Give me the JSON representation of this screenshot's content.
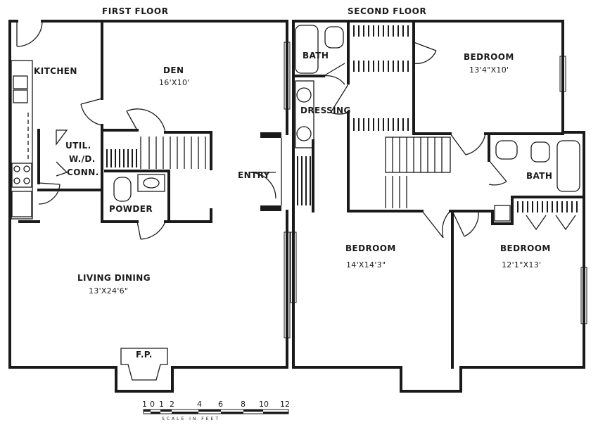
{
  "titles": {
    "first_floor": "FIRST FLOOR",
    "second_floor": "SECOND FLOOR"
  },
  "first_floor": {
    "kitchen": "KITCHEN",
    "den": "DEN",
    "den_size": "16'X10'",
    "util_1": "UTIL.",
    "util_2": "W./D.",
    "util_3": "CONN.",
    "powder": "POWDER",
    "entry": "ENTRY",
    "living": "LIVING DINING",
    "living_size": "13'X24'6\"",
    "fireplace": "F.P."
  },
  "second_floor": {
    "bath_1": "BATH",
    "bedroom_1": "BEDROOM",
    "bedroom_1_size": "13'4\"X10'",
    "dressing": "DRESSING",
    "bath_2": "BATH",
    "bedroom_2": "BEDROOM",
    "bedroom_2_size": "14'X14'3\"",
    "bedroom_3": "BEDROOM",
    "bedroom_3_size": "12'1\"X13'"
  },
  "scale": {
    "ticks": [
      "1",
      "0",
      "1",
      "2",
      "4",
      "6",
      "8",
      "10",
      "12"
    ],
    "caption": "SCALE IN FEET"
  }
}
